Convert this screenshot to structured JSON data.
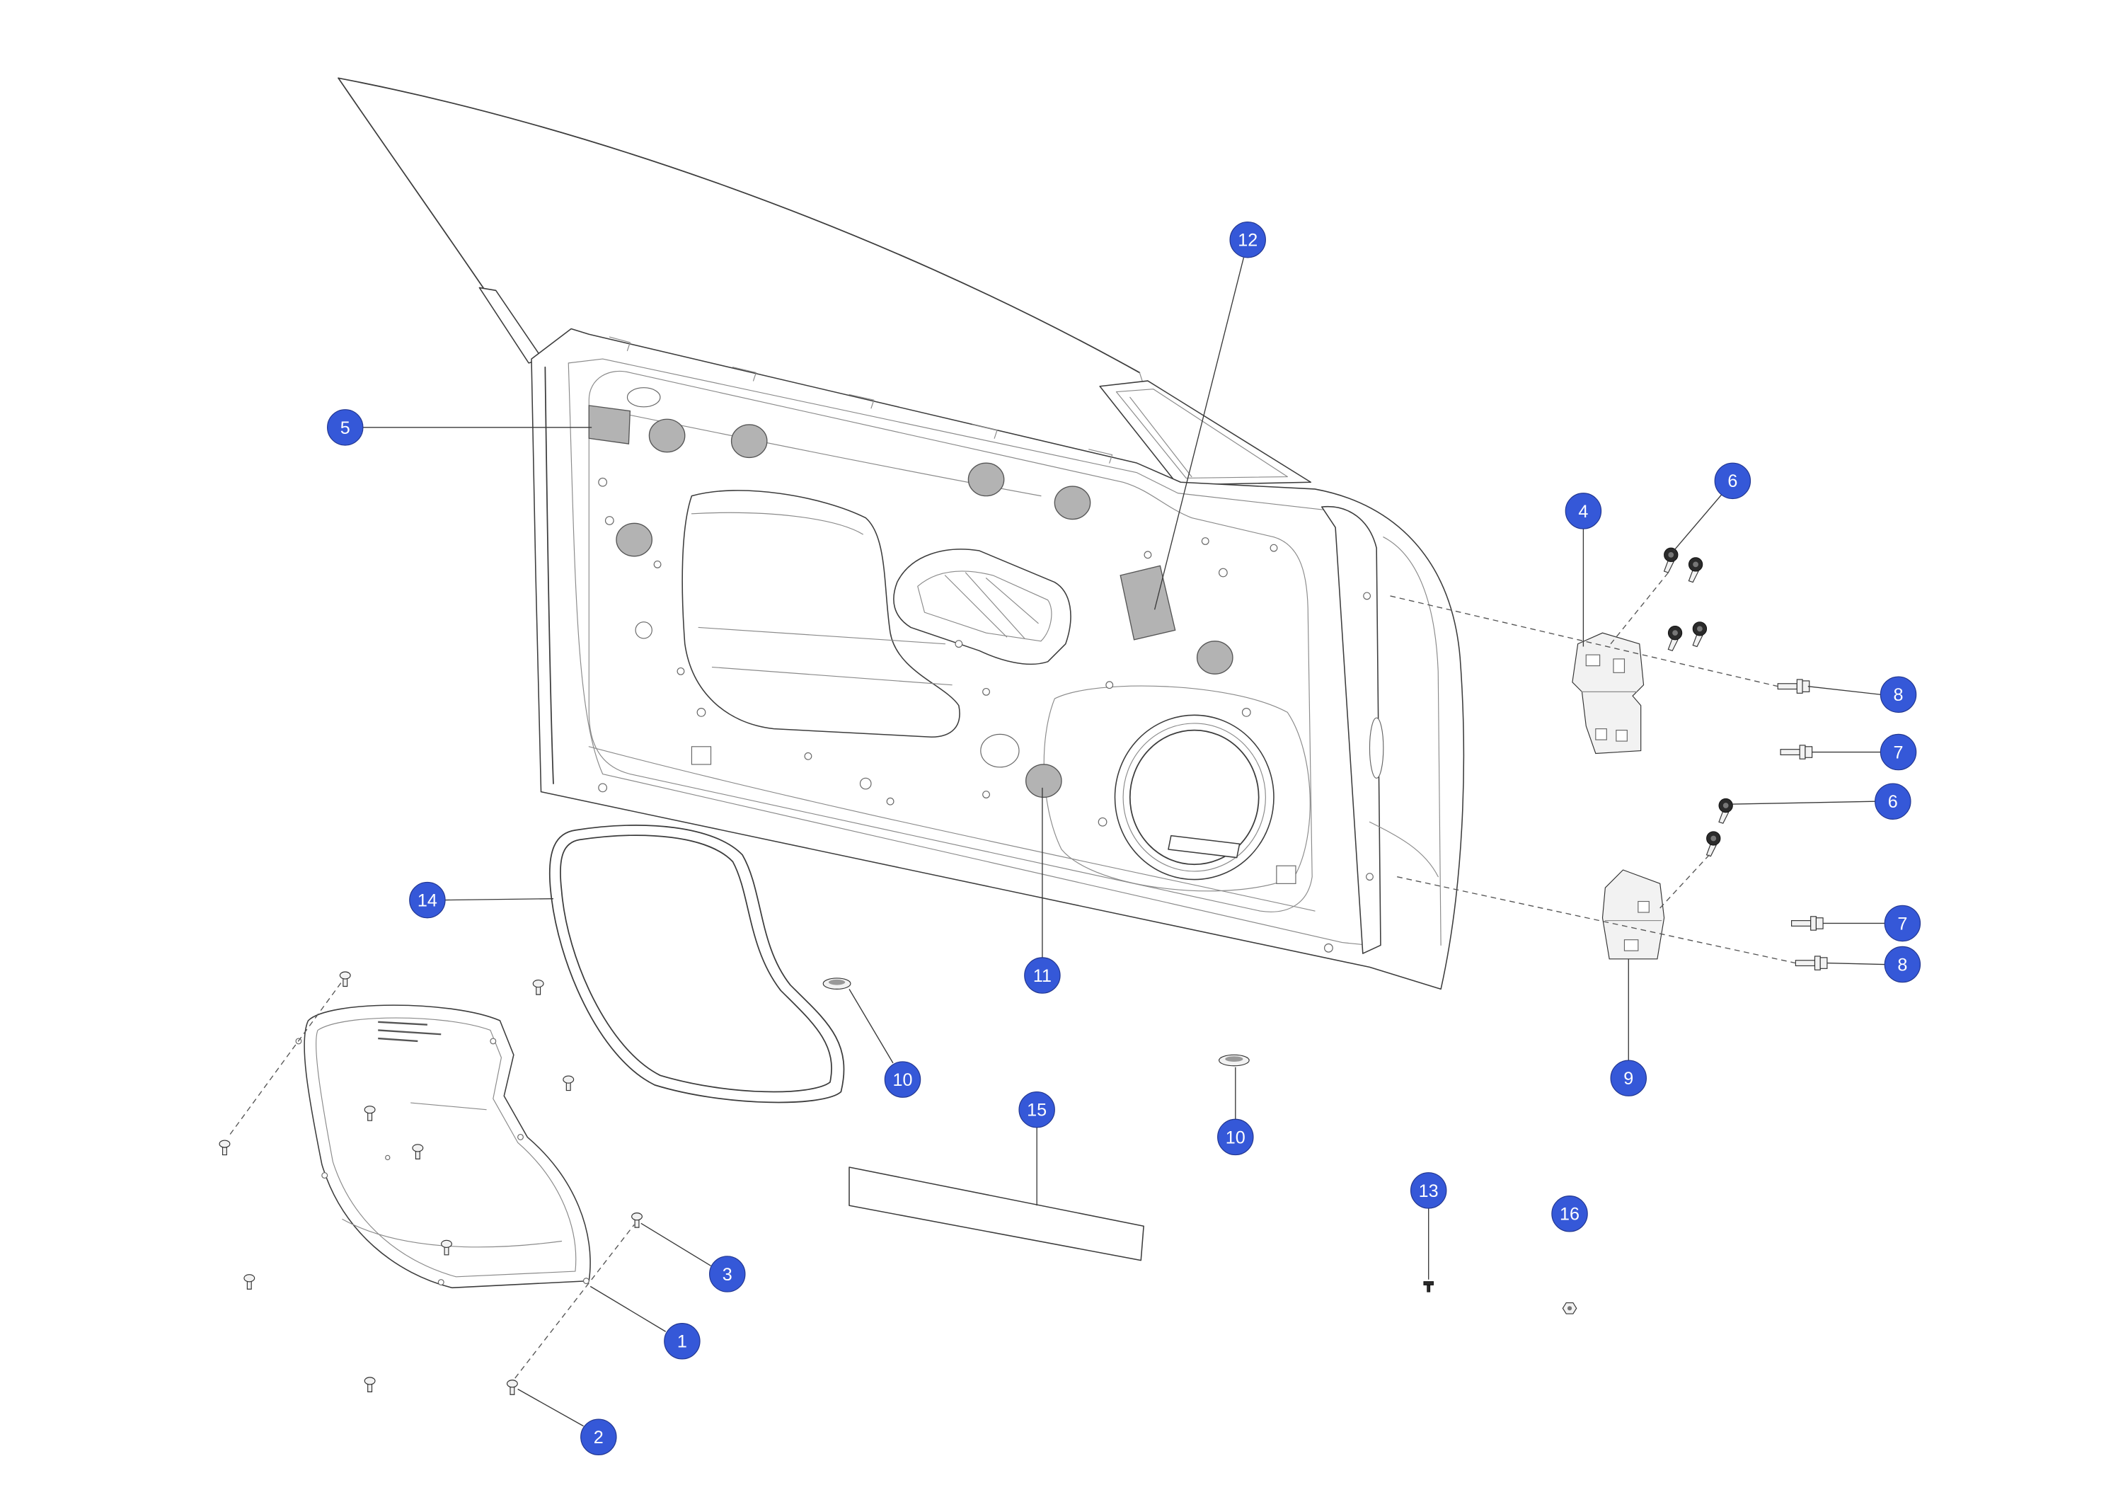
{
  "diagram": {
    "callouts": [
      {
        "label": "12"
      },
      {
        "label": "5"
      },
      {
        "label": "6"
      },
      {
        "label": "4"
      },
      {
        "label": "8"
      },
      {
        "label": "7"
      },
      {
        "label": "6"
      },
      {
        "label": "14"
      },
      {
        "label": "7"
      },
      {
        "label": "8"
      },
      {
        "label": "11"
      },
      {
        "label": "10"
      },
      {
        "label": "9"
      },
      {
        "label": "15"
      },
      {
        "label": "10"
      },
      {
        "label": "13"
      },
      {
        "label": "16"
      },
      {
        "label": "3"
      },
      {
        "label": "1"
      },
      {
        "label": "2"
      }
    ]
  },
  "colors": {
    "callout_fill": "#3558d8",
    "callout_stroke": "#22368f",
    "callout_text": "#ffffff",
    "plug_fill": "#b3b3b3",
    "line": "#3c3c3c"
  }
}
